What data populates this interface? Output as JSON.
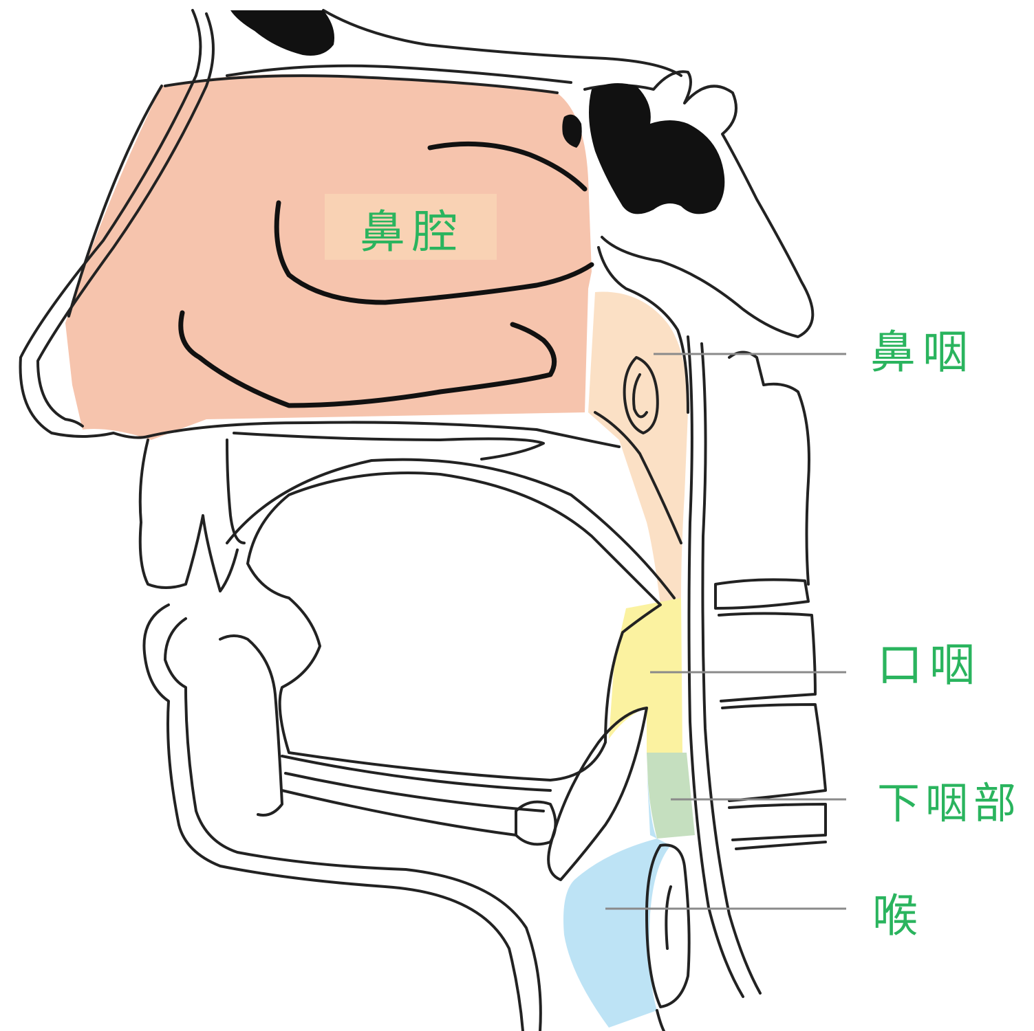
{
  "labels": {
    "nasal_cavity": "鼻腔",
    "nasopharynx": "鼻咽",
    "oropharynx": "口咽",
    "hypopharynx": "下咽部",
    "larynx": "喉"
  },
  "colors": {
    "nasal_cavity_fill": "#f6c4ad",
    "nasal_label_bg": "#f9d2b4",
    "nasopharynx_fill": "#fbe0c5",
    "oropharynx_fill": "#fbf2a0",
    "hypopharynx_fill": "#c5dfbf",
    "larynx_fill": "#bde3f5",
    "sinus_fill": "#111111",
    "label_text": "#2ab45e",
    "leader_line": "#8a8a8a",
    "outline": "#222222"
  }
}
